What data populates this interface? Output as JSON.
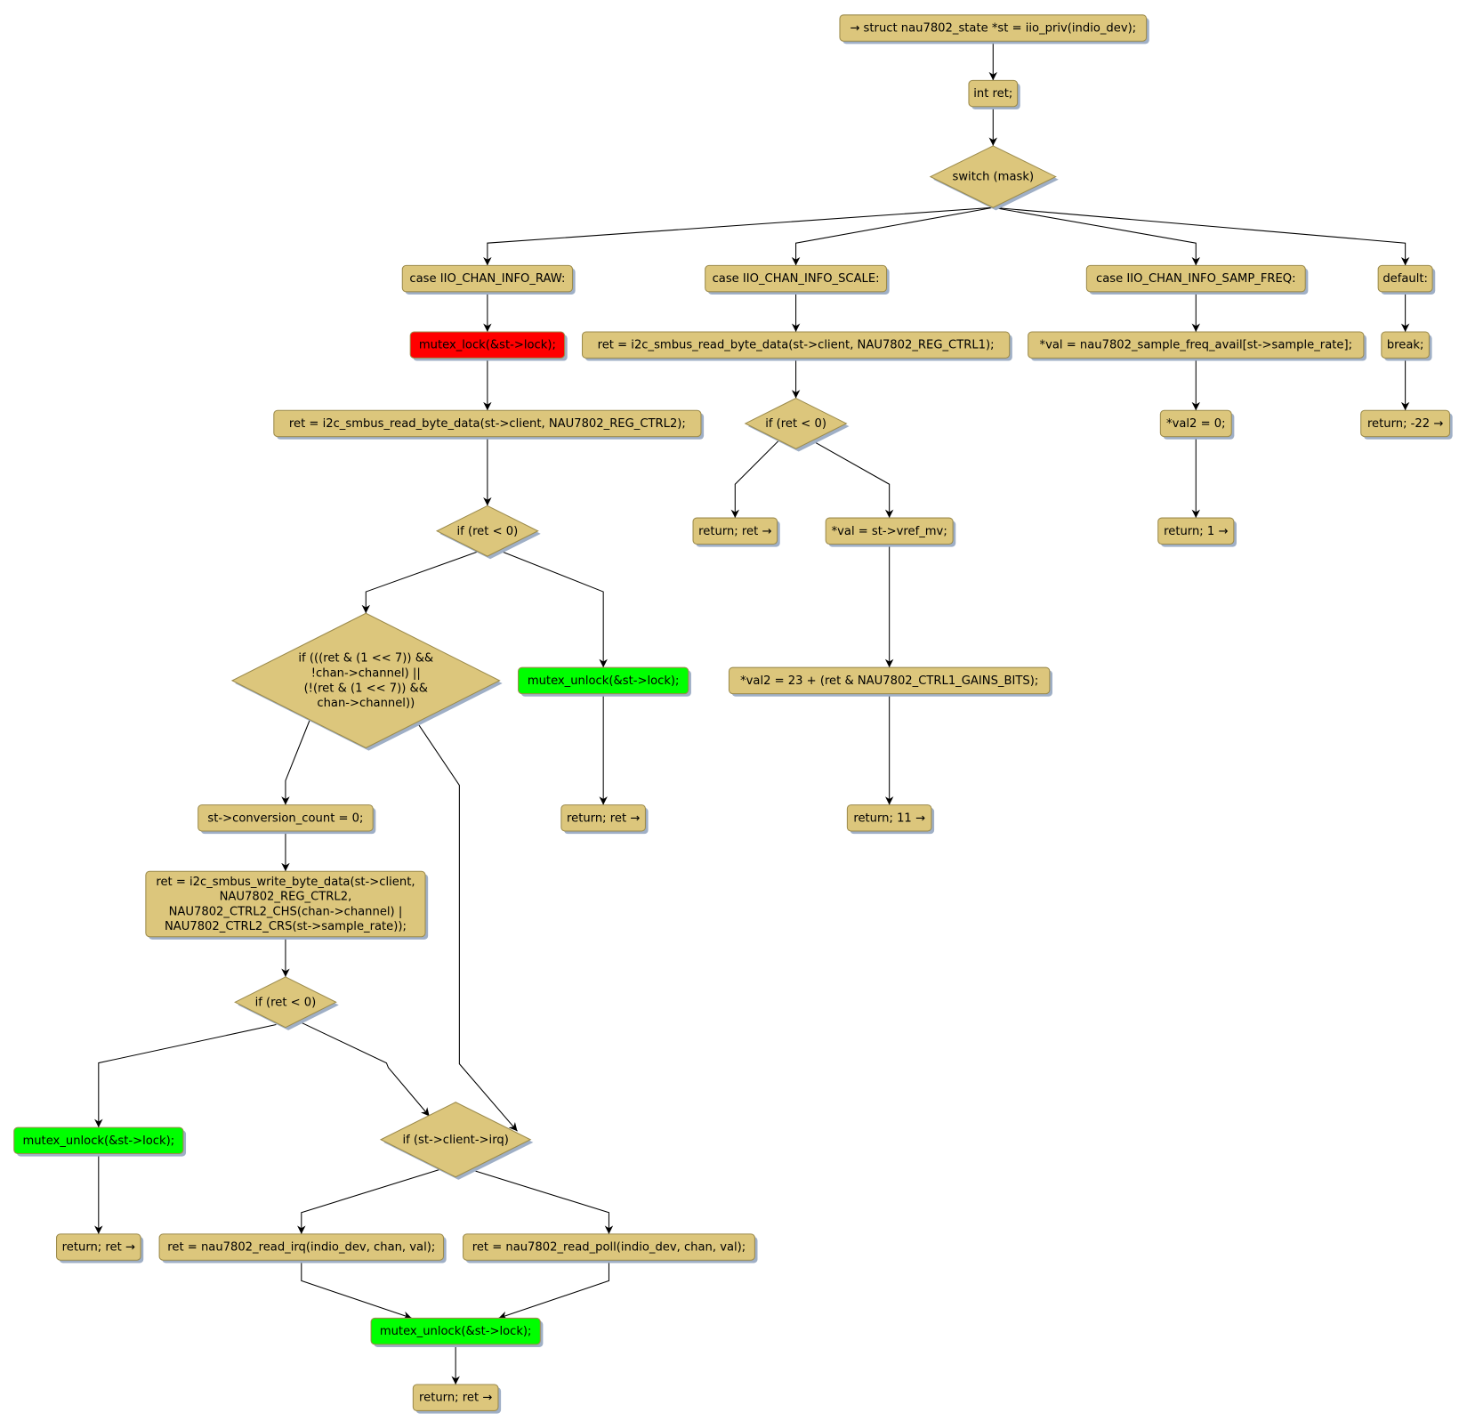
{
  "colors": {
    "node_fill": "#DCC67C",
    "node_border": "#9C8B4C",
    "lock": "#FF0000",
    "unlock": "#00FF00",
    "shadow": "#9FAFC6"
  },
  "nodes": {
    "entry": [
      "→ struct nau7802_state *st = iio_priv(indio_dev);"
    ],
    "int_ret": [
      "int ret;"
    ],
    "switch": [
      "switch (mask)"
    ],
    "case_raw": [
      "case IIO_CHAN_INFO_RAW:"
    ],
    "case_scale": [
      "case IIO_CHAN_INFO_SCALE:"
    ],
    "case_samp": [
      "case IIO_CHAN_INFO_SAMP_FREQ:"
    ],
    "case_default": [
      "default:"
    ],
    "mutex_lock": [
      "mutex_lock(&st->lock);"
    ],
    "read_ctrl2": [
      "ret = i2c_smbus_read_byte_data(st->client, NAU7802_REG_CTRL2);"
    ],
    "if_ret_raw": [
      "if (ret < 0)"
    ],
    "if_channel": [
      "if (((ret & (1 << 7)) &&",
      "!chan->channel) ||",
      "(!(ret & (1 << 7)) &&",
      "chan->channel))"
    ],
    "unlock_1": [
      "mutex_unlock(&st->lock);"
    ],
    "return_ret_1": [
      "return; ret →"
    ],
    "conv_count": [
      "st->conversion_count = 0;"
    ],
    "write_ctrl2": [
      "ret = i2c_smbus_write_byte_data(st->client,",
      "NAU7802_REG_CTRL2,",
      "NAU7802_CTRL2_CHS(chan->channel) |",
      "NAU7802_CTRL2_CRS(st->sample_rate));"
    ],
    "if_ret_write": [
      "if (ret < 0)"
    ],
    "unlock_2": [
      "mutex_unlock(&st->lock);"
    ],
    "return_ret_2": [
      "return; ret →"
    ],
    "if_irq": [
      "if (st->client->irq)"
    ],
    "read_irq": [
      "ret = nau7802_read_irq(indio_dev, chan, val);"
    ],
    "read_poll": [
      "ret = nau7802_read_poll(indio_dev, chan, val);"
    ],
    "unlock_3": [
      "mutex_unlock(&st->lock);"
    ],
    "return_ret_3": [
      "return; ret →"
    ],
    "read_ctrl1": [
      "ret = i2c_smbus_read_byte_data(st->client, NAU7802_REG_CTRL1);"
    ],
    "if_ret_scale": [
      "if (ret < 0)"
    ],
    "return_ret_scale": [
      "return; ret →"
    ],
    "val_vref": [
      "*val = st->vref_mv;"
    ],
    "val2_gains": [
      "*val2 = 23 + (ret & NAU7802_CTRL1_GAINS_BITS);"
    ],
    "return_11": [
      "return; 11 →"
    ],
    "val_samp": [
      "*val =  nau7802_sample_freq_avail[st->sample_rate];"
    ],
    "val2_zero": [
      "*val2 = 0;"
    ],
    "return_1": [
      "return; 1 →"
    ],
    "break": [
      "break;"
    ],
    "return_m22": [
      "return; -22 →"
    ]
  }
}
